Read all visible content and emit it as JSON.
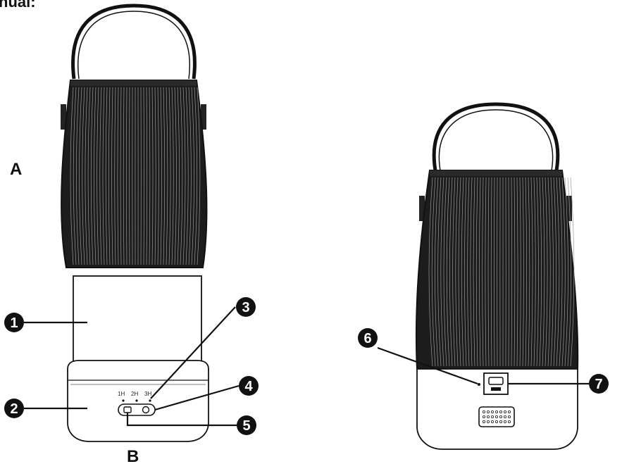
{
  "header": {
    "fragment": "nual:"
  },
  "labels": {
    "a": "A",
    "b": "B"
  },
  "callouts": [
    "1",
    "2",
    "3",
    "4",
    "5",
    "6",
    "7"
  ],
  "timer": {
    "t1": "1H",
    "t2": "2H",
    "t3": "3H"
  },
  "colors": {
    "ink": "#111111",
    "shade": "#1c1c1c",
    "paper": "#ffffff"
  }
}
